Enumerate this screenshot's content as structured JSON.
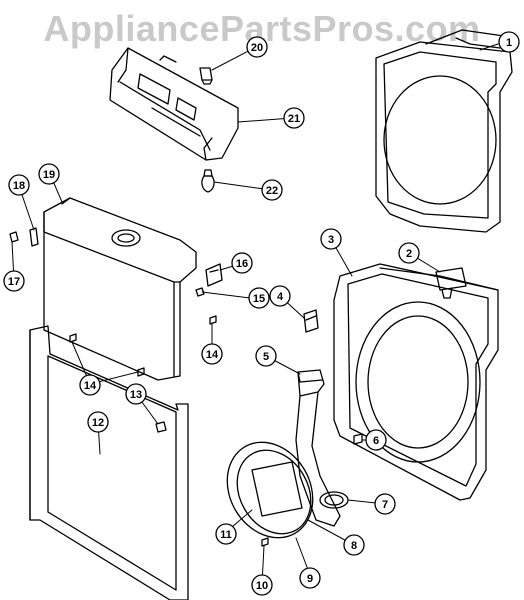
{
  "watermark": "AppliancePartsPros.com",
  "callouts": [
    "1",
    "2",
    "3",
    "4",
    "5",
    "6",
    "7",
    "8",
    "9",
    "10",
    "11",
    "12",
    "13",
    "14",
    "14",
    "14",
    "15",
    "16",
    "17",
    "18",
    "19",
    "20",
    "21",
    "22"
  ]
}
